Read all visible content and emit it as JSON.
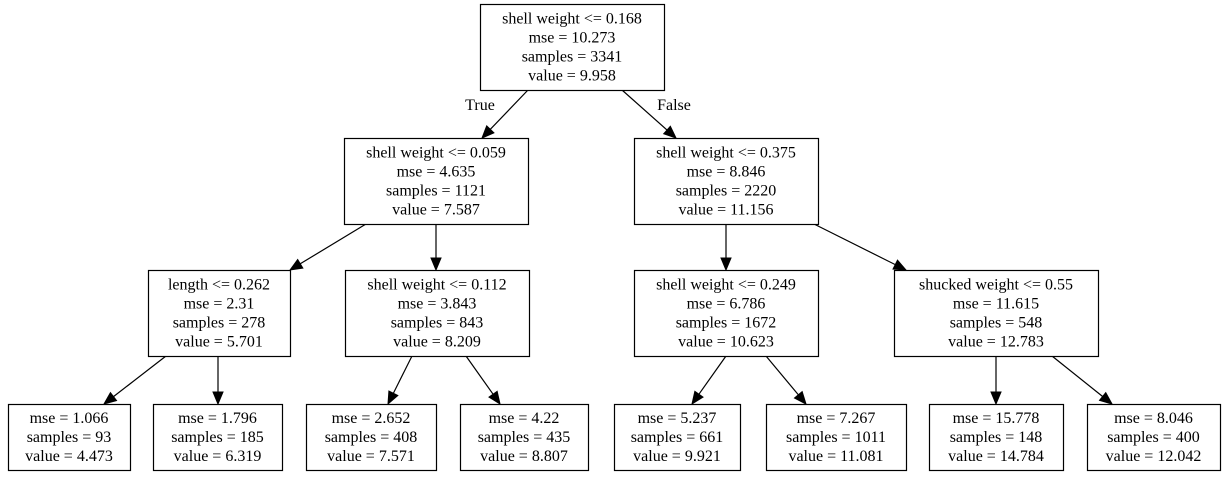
{
  "tree": {
    "nodes": [
      {
        "id": "n0",
        "lines": [
          "shell weight <= 0.168",
          "mse = 10.273",
          "samples = 3341",
          "value = 9.958"
        ]
      },
      {
        "id": "n1",
        "lines": [
          "shell weight <= 0.059",
          "mse = 4.635",
          "samples = 1121",
          "value = 7.587"
        ]
      },
      {
        "id": "n2",
        "lines": [
          "shell weight <= 0.375",
          "mse = 8.846",
          "samples = 2220",
          "value = 11.156"
        ]
      },
      {
        "id": "n3",
        "lines": [
          "length <= 0.262",
          "mse = 2.31",
          "samples = 278",
          "value = 5.701"
        ]
      },
      {
        "id": "n4",
        "lines": [
          "shell weight <= 0.112",
          "mse = 3.843",
          "samples = 843",
          "value = 8.209"
        ]
      },
      {
        "id": "n5",
        "lines": [
          "shell weight <= 0.249",
          "mse = 6.786",
          "samples = 1672",
          "value = 10.623"
        ]
      },
      {
        "id": "n6",
        "lines": [
          "shucked weight <= 0.55",
          "mse = 11.615",
          "samples = 548",
          "value = 12.783"
        ]
      },
      {
        "id": "n7",
        "lines": [
          "mse = 1.066",
          "samples = 93",
          "value = 4.473"
        ]
      },
      {
        "id": "n8",
        "lines": [
          "mse = 1.796",
          "samples = 185",
          "value = 6.319"
        ]
      },
      {
        "id": "n9",
        "lines": [
          "mse = 2.652",
          "samples = 408",
          "value = 7.571"
        ]
      },
      {
        "id": "n10",
        "lines": [
          "mse = 4.22",
          "samples = 435",
          "value = 8.807"
        ]
      },
      {
        "id": "n11",
        "lines": [
          "mse = 5.237",
          "samples = 661",
          "value = 9.921"
        ]
      },
      {
        "id": "n12",
        "lines": [
          "mse = 7.267",
          "samples = 1011",
          "value = 11.081"
        ]
      },
      {
        "id": "n13",
        "lines": [
          "mse = 15.778",
          "samples = 148",
          "value = 14.784"
        ]
      },
      {
        "id": "n14",
        "lines": [
          "mse = 8.046",
          "samples = 400",
          "value = 12.042"
        ]
      }
    ],
    "edges": [
      {
        "from": "n0",
        "to": "n1",
        "label": "True"
      },
      {
        "from": "n0",
        "to": "n2",
        "label": "False"
      },
      {
        "from": "n1",
        "to": "n3",
        "label": ""
      },
      {
        "from": "n1",
        "to": "n4",
        "label": ""
      },
      {
        "from": "n2",
        "to": "n5",
        "label": ""
      },
      {
        "from": "n2",
        "to": "n6",
        "label": ""
      },
      {
        "from": "n3",
        "to": "n7",
        "label": ""
      },
      {
        "from": "n3",
        "to": "n8",
        "label": ""
      },
      {
        "from": "n4",
        "to": "n9",
        "label": ""
      },
      {
        "from": "n4",
        "to": "n10",
        "label": ""
      },
      {
        "from": "n5",
        "to": "n11",
        "label": ""
      },
      {
        "from": "n5",
        "to": "n12",
        "label": ""
      },
      {
        "from": "n6",
        "to": "n13",
        "label": ""
      },
      {
        "from": "n6",
        "to": "n14",
        "label": ""
      }
    ]
  }
}
